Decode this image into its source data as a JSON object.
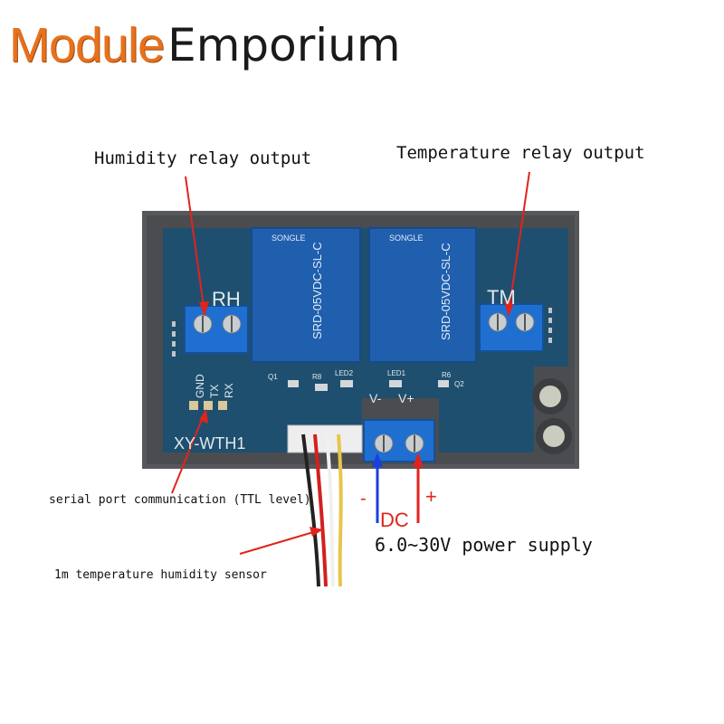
{
  "logo": {
    "part1": "Module",
    "part2": "Emporium"
  },
  "labels": {
    "humidity_relay": "Humidity relay output",
    "temperature_relay": "Temperature relay output",
    "serial_port": "serial port communication (TTL level)",
    "sensor": "1m temperature humidity sensor",
    "power_supply": "6.0~30V power supply",
    "dc": "DC",
    "plus": "+",
    "minus": "-"
  },
  "board": {
    "rh": "RH",
    "tm": "TM",
    "model": "XY-WTH1",
    "gnd": "GND",
    "tx": "TX",
    "rx": "RX",
    "v_minus": "V-",
    "v_plus": "V+",
    "relay_model": "SRD-05VDC-SL-C",
    "relay_brand": "SONGLE",
    "led1": "LED1",
    "led2": "LED2",
    "q1": "Q1",
    "q2": "Q2",
    "r8": "R8",
    "r6": "R6"
  },
  "colors": {
    "accent": "#e8711c",
    "pcb": "#1f4f6e",
    "relay": "#1f5fae",
    "terminal": "#1e6fd0",
    "arrow_red": "#e0241c",
    "arrow_blue": "#1a3fe0"
  }
}
